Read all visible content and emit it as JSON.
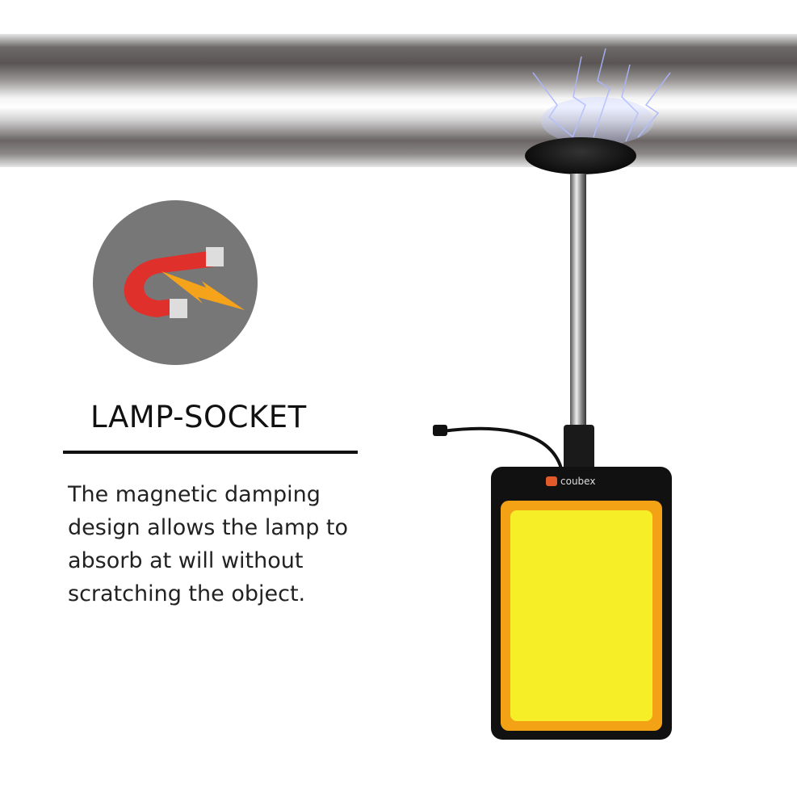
{
  "heading": "LAMP-SOCKET",
  "description": "The magnetic damping design allows the lamp to absorb at will without scratching the object.",
  "brand_logo": "coubex",
  "colors": {
    "panel_outer": "#f3a215",
    "panel_inner": "#f6ef27",
    "magnet": "#e0302b",
    "bolt": "#f5a31a",
    "circle": "#777777"
  }
}
